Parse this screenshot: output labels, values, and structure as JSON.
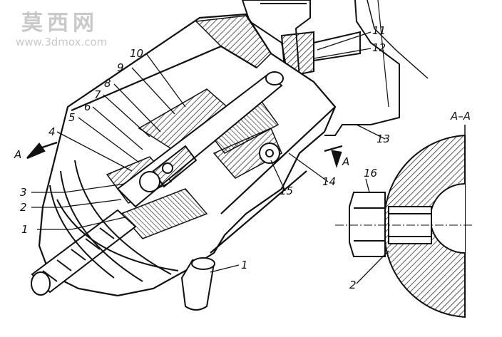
{
  "watermark": {
    "title": "莫西网",
    "url": "www.3dmox.com"
  },
  "section_marks": {
    "left_letter": "A",
    "right_letter": "A",
    "section_title": "A–A"
  },
  "callouts": {
    "c1a": "1",
    "c1b": "1",
    "c2a": "2",
    "c2b": "2",
    "c3": "3",
    "c4": "4",
    "c5": "5",
    "c6": "6",
    "c7": "7",
    "c8": "8",
    "c9": "9",
    "c10": "10",
    "c11": "11",
    "c12": "12",
    "c13": "13",
    "c14": "14",
    "c15": "15",
    "c16": "16"
  },
  "colors": {
    "ink": "#111111",
    "paper": "#ffffff",
    "watermark": "#c9c9c9"
  }
}
